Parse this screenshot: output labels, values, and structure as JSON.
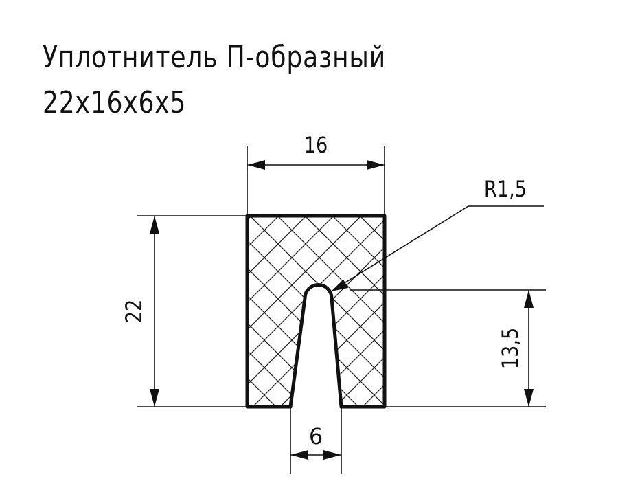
{
  "title": {
    "line1": "Уплотнитель П-образный",
    "line2": "22x16x6x5"
  },
  "dimensions": {
    "width": "16",
    "height": "22",
    "radius": "R1,5",
    "slot_depth": "13,5",
    "slot_width": "6"
  },
  "colors": {
    "stroke": "#111111",
    "hatch": "#222222",
    "background": "#ffffff"
  }
}
